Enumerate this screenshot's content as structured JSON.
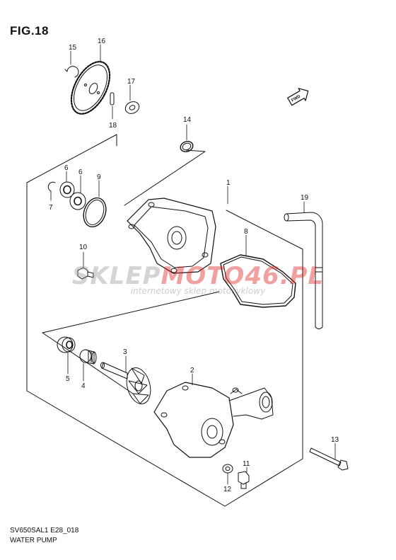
{
  "figure": {
    "title": "FIG.18",
    "code": "SV650SAL1 E28_018",
    "name": "WATER PUMP",
    "direction_mark": "FWD"
  },
  "watermark": {
    "brand_a": "SKLEP",
    "brand_b": "MOTO46.PL",
    "tagline": "internetowy sklep motocyklowy"
  },
  "callouts": [
    "15",
    "16",
    "17",
    "18",
    "14",
    "1",
    "19",
    "6",
    "6",
    "9",
    "7",
    "8",
    "10",
    "3",
    "2",
    "5",
    "4",
    "13",
    "11",
    "12"
  ]
}
